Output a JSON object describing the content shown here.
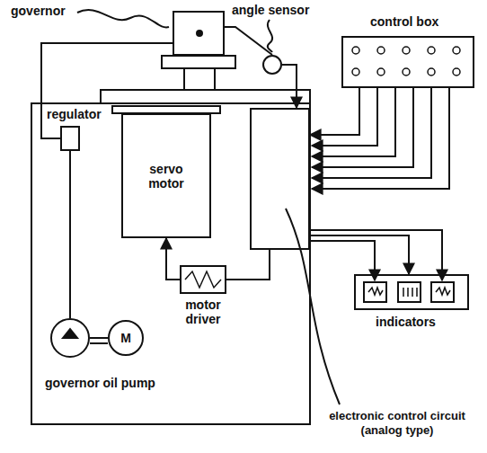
{
  "diagram": {
    "nodes": [
      {
        "text": [
          "governor"
        ]
      },
      {
        "text": [
          "angle sensor"
        ]
      },
      {
        "text": [
          "control box"
        ]
      },
      {
        "text": [
          "indicators"
        ]
      },
      {
        "text": [
          "regulator"
        ]
      },
      {
        "text": [
          "servo motor"
        ]
      },
      {
        "text": [
          "electronic control circuit (analog type)"
        ]
      },
      {
        "text": [
          "motor driver"
        ]
      },
      {
        "text": [
          "governor oil pump"
        ]
      },
      {
        "text": [
          "M"
        ]
      }
    ],
    "edges": [
      {
        "from": 0,
        "to": 1,
        "arrow": "none"
      },
      {
        "from": 0,
        "to": 4,
        "arrow": "none"
      },
      {
        "from": 1,
        "to": 6,
        "arrow": "to"
      },
      {
        "from": 2,
        "to": 6,
        "arrow": "to"
      },
      {
        "from": 6,
        "to": 3,
        "arrow": "to"
      },
      {
        "from": 6,
        "to": 7,
        "arrow": "none"
      },
      {
        "from": 7,
        "to": 5,
        "arrow": "to"
      },
      {
        "from": 4,
        "to": 8,
        "arrow": "none"
      },
      {
        "from": 8,
        "to": 9,
        "arrow": "none"
      }
    ]
  }
}
